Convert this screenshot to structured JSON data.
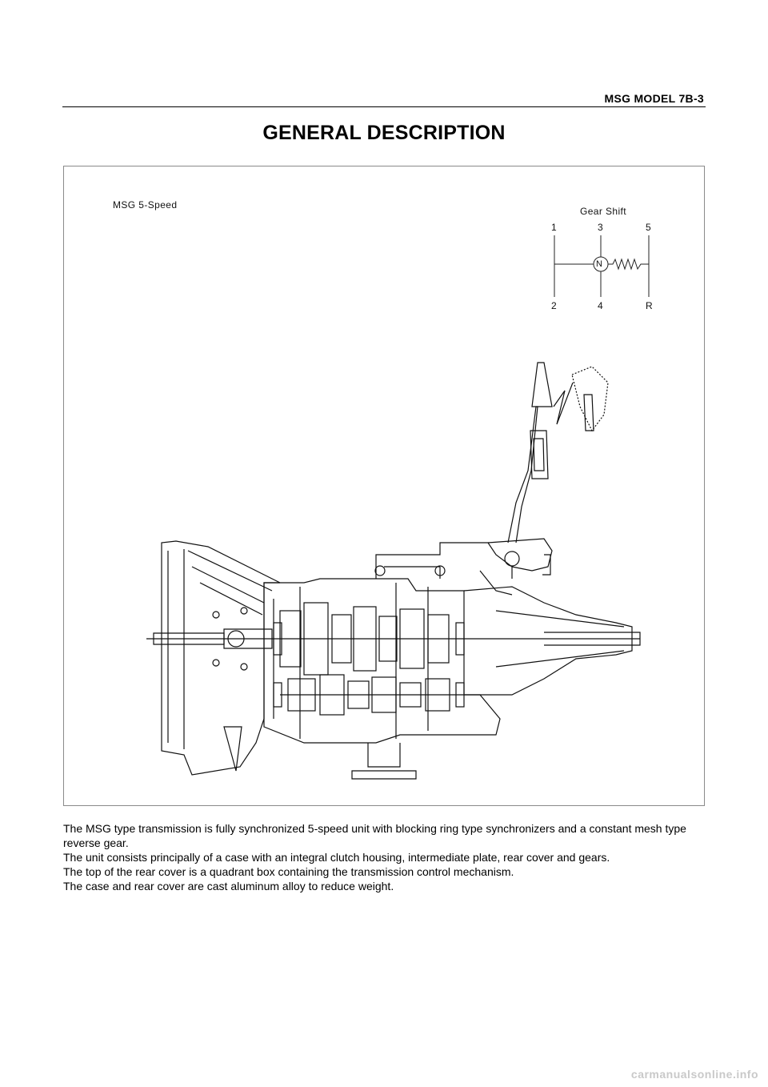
{
  "header": {
    "running_head": "MSG MODEL  7B-3"
  },
  "page": {
    "title": "GENERAL DESCRIPTION"
  },
  "figure": {
    "label": "MSG 5-Speed",
    "gear_shift": {
      "title": "Gear Shift",
      "top_row": [
        "1",
        "3",
        "5"
      ],
      "bottom_row": [
        "2",
        "4",
        "R"
      ],
      "neutral": "N"
    }
  },
  "body": {
    "paragraphs": [
      "The MSG type transmission is fully synchronized 5-speed unit with blocking ring type synchronizers and a constant mesh type reverse gear.",
      "The unit consists principally of a case with an integral clutch housing, intermediate plate, rear cover and gears.",
      "The top of the rear cover is a quadrant box containing the transmission control mechanism.",
      "The case and rear cover are cast aluminum alloy to reduce weight."
    ]
  },
  "footer": {
    "watermark": "carmanualsonline.info"
  }
}
